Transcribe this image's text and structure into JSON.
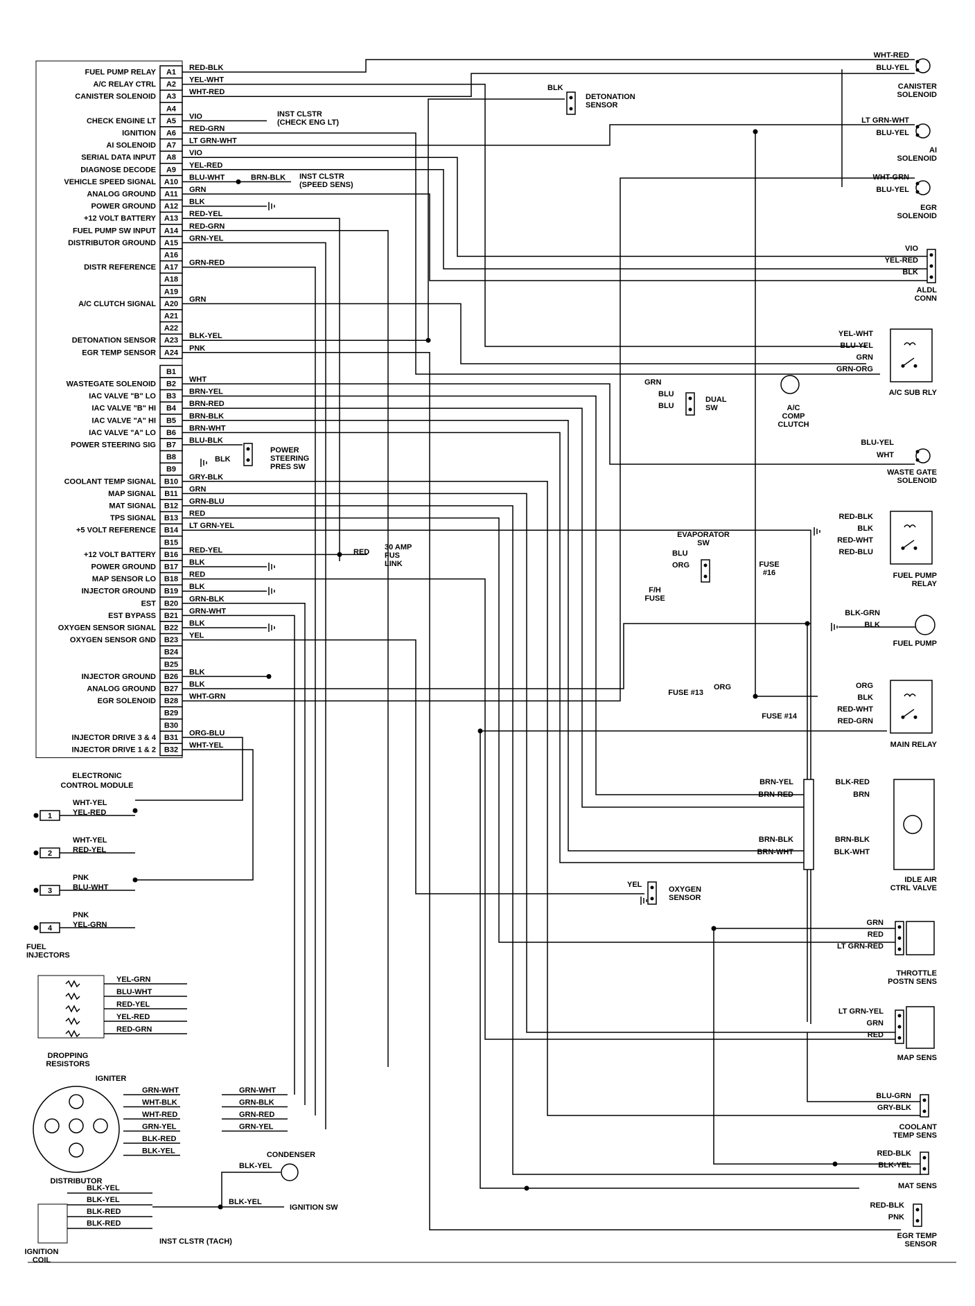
{
  "ecm": {
    "title": [
      "ELECTRONIC",
      "CONTROL MODULE"
    ],
    "pins": [
      {
        "pin": "A1",
        "label": "FUEL PUMP RELAY",
        "wire": "RED-BLK"
      },
      {
        "pin": "A2",
        "label": "A/C RELAY CTRL",
        "wire": "YEL-WHT"
      },
      {
        "pin": "A3",
        "label": "CANISTER SOLENOID",
        "wire": "WHT-RED"
      },
      {
        "pin": "A4",
        "label": "",
        "wire": ""
      },
      {
        "pin": "A5",
        "label": "CHECK ENGINE LT",
        "wire": "VIO"
      },
      {
        "pin": "A6",
        "label": "IGNITION",
        "wire": "RED-GRN"
      },
      {
        "pin": "A7",
        "label": "AI SOLENOID",
        "wire": "LT GRN-WHT"
      },
      {
        "pin": "A8",
        "label": "SERIAL DATA INPUT",
        "wire": "VIO"
      },
      {
        "pin": "A9",
        "label": "DIAGNOSE DECODE",
        "wire": "YEL-RED"
      },
      {
        "pin": "A10",
        "label": "VEHICLE SPEED SIGNAL",
        "wire": "BLU-WHT"
      },
      {
        "pin": "A11",
        "label": "ANALOG GROUND",
        "wire": "GRN"
      },
      {
        "pin": "A12",
        "label": "POWER GROUND",
        "wire": "BLK"
      },
      {
        "pin": "A13",
        "label": "+12 VOLT BATTERY",
        "wire": "RED-YEL"
      },
      {
        "pin": "A14",
        "label": "FUEL PUMP SW INPUT",
        "wire": "RED-GRN"
      },
      {
        "pin": "A15",
        "label": "DISTRIBUTOR GROUND",
        "wire": "GRN-YEL"
      },
      {
        "pin": "A16",
        "label": "",
        "wire": ""
      },
      {
        "pin": "A17",
        "label": "DISTR REFERENCE",
        "wire": "GRN-RED"
      },
      {
        "pin": "A18",
        "label": "",
        "wire": ""
      },
      {
        "pin": "A19",
        "label": "",
        "wire": ""
      },
      {
        "pin": "A20",
        "label": "A/C CLUTCH SIGNAL",
        "wire": "GRN"
      },
      {
        "pin": "A21",
        "label": "",
        "wire": ""
      },
      {
        "pin": "A22",
        "label": "",
        "wire": ""
      },
      {
        "pin": "A23",
        "label": "DETONATION SENSOR",
        "wire": "BLK-YEL"
      },
      {
        "pin": "A24",
        "label": "EGR TEMP SENSOR",
        "wire": "PNK"
      },
      {
        "pin": "B1",
        "label": "",
        "wire": ""
      },
      {
        "pin": "B2",
        "label": "WASTEGATE SOLENOID",
        "wire": "WHT"
      },
      {
        "pin": "B3",
        "label": "IAC VALVE \"B\" LO",
        "wire": "BRN-YEL"
      },
      {
        "pin": "B4",
        "label": "IAC VALVE \"B\" HI",
        "wire": "BRN-RED"
      },
      {
        "pin": "B5",
        "label": "IAC VALVE \"A\" HI",
        "wire": "BRN-BLK"
      },
      {
        "pin": "B6",
        "label": "IAC VALVE \"A\" LO",
        "wire": "BRN-WHT"
      },
      {
        "pin": "B7",
        "label": "POWER STEERING SIG",
        "wire": "BLU-BLK"
      },
      {
        "pin": "B8",
        "label": "",
        "wire": ""
      },
      {
        "pin": "B9",
        "label": "",
        "wire": ""
      },
      {
        "pin": "B10",
        "label": "COOLANT TEMP SIGNAL",
        "wire": "GRY-BLK"
      },
      {
        "pin": "B11",
        "label": "MAP SIGNAL",
        "wire": "GRN"
      },
      {
        "pin": "B12",
        "label": "MAT SIGNAL",
        "wire": "GRN-BLU"
      },
      {
        "pin": "B13",
        "label": "TPS SIGNAL",
        "wire": "RED"
      },
      {
        "pin": "B14",
        "label": "+5 VOLT REFERENCE",
        "wire": "LT GRN-YEL"
      },
      {
        "pin": "B15",
        "label": "",
        "wire": ""
      },
      {
        "pin": "B16",
        "label": "+12 VOLT BATTERY",
        "wire": "RED-YEL"
      },
      {
        "pin": "B17",
        "label": "POWER GROUND",
        "wire": "BLK"
      },
      {
        "pin": "B18",
        "label": "MAP SENSOR LO",
        "wire": "RED"
      },
      {
        "pin": "B19",
        "label": "INJECTOR GROUND",
        "wire": "BLK"
      },
      {
        "pin": "B20",
        "label": "EST",
        "wire": "GRN-BLK"
      },
      {
        "pin": "B21",
        "label": "EST BYPASS",
        "wire": "GRN-WHT"
      },
      {
        "pin": "B22",
        "label": "OXYGEN SENSOR SIGNAL",
        "wire": "BLK"
      },
      {
        "pin": "B23",
        "label": "OXYGEN SENSOR GND",
        "wire": "YEL"
      },
      {
        "pin": "B24",
        "label": "",
        "wire": ""
      },
      {
        "pin": "B25",
        "label": "",
        "wire": ""
      },
      {
        "pin": "B26",
        "label": "INJECTOR GROUND",
        "wire": "BLK"
      },
      {
        "pin": "B27",
        "label": "ANALOG GROUND",
        "wire": "BLK"
      },
      {
        "pin": "B28",
        "label": "EGR SOLENOID",
        "wire": "WHT-GRN"
      },
      {
        "pin": "B29",
        "label": "",
        "wire": ""
      },
      {
        "pin": "B30",
        "label": "",
        "wire": ""
      },
      {
        "pin": "B31",
        "label": "INJECTOR DRIVE 3 & 4",
        "wire": "ORG-BLU"
      },
      {
        "pin": "B32",
        "label": "INJECTOR DRIVE 1 & 2",
        "wire": "WHT-YEL"
      }
    ],
    "mid_labels": {
      "inst_clstr_check": [
        "INST CLSTR",
        "(CHECK ENG LT)"
      ],
      "brn_blk": "BRN-BLK",
      "inst_clstr_speed": [
        "INST CLSTR",
        "(SPEED SENS)"
      ],
      "ps_blk": "BLK",
      "ps_sw": [
        "POWER",
        "STEERING",
        "PRES SW"
      ],
      "fuse_red": "RED",
      "fus_link": [
        "30 AMP",
        "FUS",
        "LINK"
      ]
    }
  },
  "components": {
    "detonation": {
      "wire": "BLK",
      "name": [
        "DETONATION",
        "SENSOR"
      ]
    },
    "canister": {
      "wires": [
        "WHT-RED",
        "BLU-YEL"
      ],
      "name": [
        "CANISTER",
        "SOLENOID"
      ]
    },
    "ai": {
      "wires": [
        "LT GRN-WHT",
        "BLU-YEL"
      ],
      "name": [
        "AI",
        "SOLENOID"
      ]
    },
    "egr_sol": {
      "wires": [
        "WHT-GRN",
        "BLU-YEL"
      ],
      "name": [
        "EGR",
        "SOLENOID"
      ]
    },
    "aldl": {
      "wires": [
        "VIO",
        "YEL-RED",
        "BLK"
      ],
      "name": [
        "ALDL",
        "CONN"
      ]
    },
    "ac_sub": {
      "wires": [
        "YEL-WHT",
        "BLU-YEL",
        "GRN",
        "GRN-ORG"
      ],
      "name": "A/C SUB RLY"
    },
    "ac_comp": {
      "name": [
        "A/C",
        "COMP",
        "CLUTCH"
      ]
    },
    "dual_sw": {
      "wires": [
        "BLU",
        "BLU"
      ],
      "name": [
        "DUAL",
        "SW"
      ],
      "grn": "GRN"
    },
    "wastegate": {
      "wires": [
        "BLU-YEL",
        "WHT"
      ],
      "name": [
        "WASTE GATE",
        "SOLENOID"
      ]
    },
    "evap": {
      "wires": [
        "BLU",
        "ORG"
      ],
      "name": [
        "EVAPORATOR",
        "SW"
      ],
      "fuse": [
        "F/H",
        "FUSE"
      ]
    },
    "fuel_pump_relay": {
      "wires": [
        "RED-BLK",
        "BLK",
        "RED-WHT",
        "RED-BLU"
      ],
      "name": [
        "FUEL PUMP",
        "RELAY"
      ],
      "fuse": [
        "FUSE",
        "#16"
      ]
    },
    "fuel_pump": {
      "wires": [
        "BLK-GRN",
        "BLK"
      ],
      "name": "FUEL PUMP"
    },
    "main_relay": {
      "wires": [
        "ORG",
        "BLK",
        "RED-WHT",
        "RED-GRN"
      ],
      "name": "MAIN RELAY",
      "fuse13": "FUSE #13",
      "fuse13_wire": "ORG",
      "fuse14": "FUSE #14"
    },
    "iac": {
      "left": [
        "BRN-YEL",
        "BRN-RED",
        "BRN-BLK",
        "BRN-WHT"
      ],
      "right": [
        "BLK-RED",
        "BRN",
        "BRN-BLK",
        "BLK-WHT"
      ],
      "name": [
        "IDLE AIR",
        "CTRL VALVE"
      ]
    },
    "oxygen": {
      "wire": "YEL",
      "name": [
        "OXYGEN",
        "SENSOR"
      ]
    },
    "tps": {
      "wires": [
        "GRN",
        "RED",
        "LT GRN-RED"
      ],
      "name": [
        "THROTTLE",
        "POSTN SENS"
      ]
    },
    "map": {
      "wires": [
        "LT GRN-YEL",
        "GRN",
        "RED"
      ],
      "name": "MAP SENS"
    },
    "coolant": {
      "wires": [
        "BLU-GRN",
        "GRY-BLK"
      ],
      "name": [
        "COOLANT",
        "TEMP SENS"
      ]
    },
    "mat": {
      "wires": [
        "RED-BLK",
        "BLK-YEL"
      ],
      "name": "MAT SENS"
    },
    "egr_temp": {
      "wires": [
        "RED-BLK",
        "PNK"
      ],
      "name": [
        "EGR TEMP",
        "SENSOR"
      ]
    },
    "injectors": {
      "name": [
        "FUEL",
        "INJECTORS"
      ],
      "items": [
        {
          "n": "1",
          "w1": "WHT-YEL",
          "w2": "YEL-RED"
        },
        {
          "n": "2",
          "w1": "WHT-YEL",
          "w2": "RED-YEL"
        },
        {
          "n": "3",
          "w1": "PNK",
          "w2": "BLU-WHT"
        },
        {
          "n": "4",
          "w1": "PNK",
          "w2": "YEL-GRN"
        }
      ]
    },
    "dropping": {
      "wires": [
        "YEL-GRN",
        "BLU-WHT",
        "RED-YEL",
        "YEL-RED",
        "RED-GRN"
      ],
      "name": [
        "DROPPING",
        "RESISTORS"
      ]
    },
    "distributor": {
      "igniter": "IGNITER",
      "name": "DISTRIBUTOR",
      "left": [
        "GRN-WHT",
        "WHT-BLK",
        "WHT-RED",
        "GRN-YEL",
        "BLK-RED",
        "BLK-YEL"
      ],
      "right": [
        "GRN-WHT",
        "GRN-BLK",
        "GRN-RED",
        "GRN-YEL"
      ]
    },
    "condenser": {
      "name": "CONDENSER",
      "wire": "BLK-YEL"
    },
    "ign_coil": {
      "name": [
        "IGNITION",
        "COIL"
      ],
      "wires": [
        "BLK-YEL",
        "BLK-YEL",
        "BLK-RED",
        "BLK-RED"
      ],
      "ign_wire": "BLK-YEL",
      "ign_sw": "IGNITION SW",
      "tach": "INST CLSTR (TACH)"
    }
  }
}
